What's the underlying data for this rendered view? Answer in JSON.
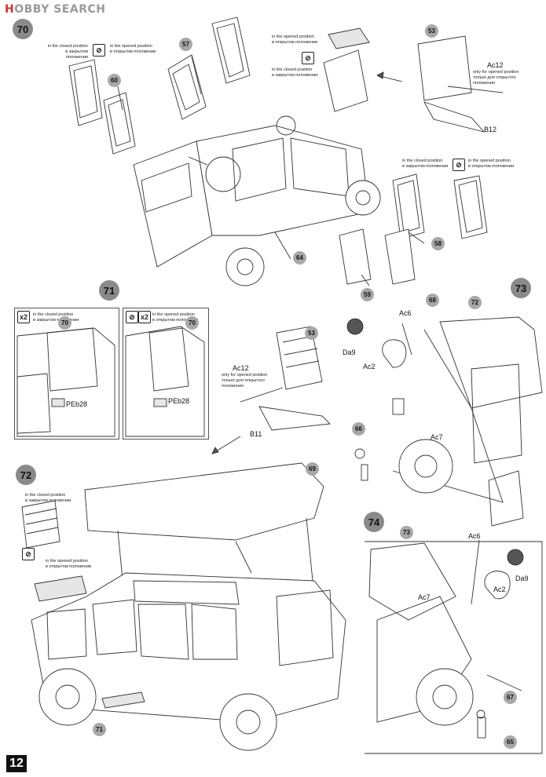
{
  "watermark": {
    "a": "H",
    "b": "OBBY SEARCH"
  },
  "page_number": "12",
  "notes": {
    "closed_en": "in the closed position",
    "closed_ru": "в закрытом положении",
    "opened_en": "in the opened position",
    "opened_ru": "в открытом положении",
    "ac12_en": "only for opened position",
    "ac12_ru": "только для открытого положения"
  },
  "steps": {
    "s70": "70",
    "s71": "71",
    "s72": "72",
    "s73": "73",
    "s74": "74"
  },
  "parts": {
    "p57": "57",
    "p60": "60",
    "p53a": "53",
    "p58": "58",
    "p59": "59",
    "p64": "64",
    "p70a": "70",
    "p70b": "70",
    "p53b": "53",
    "p68": "68",
    "p72": "72",
    "p66": "66",
    "p69": "69",
    "p71": "71",
    "p73": "73",
    "p67": "67",
    "p65": "65"
  },
  "labels": {
    "ac12a": "Ac12",
    "b12": "B12",
    "ac12b": "Ac12",
    "b11": "B11",
    "peb28a": "PEb28",
    "peb28b": "PEb28",
    "ac6a": "Ac6",
    "da9a": "Da9",
    "ac2a": "Ac2",
    "ac7a": "Ac7",
    "ac6b": "Ac6",
    "ac7b": "Ac7",
    "ac2b": "Ac2",
    "da9b": "Da9",
    "x2a": "x2",
    "x2b": "x2"
  }
}
